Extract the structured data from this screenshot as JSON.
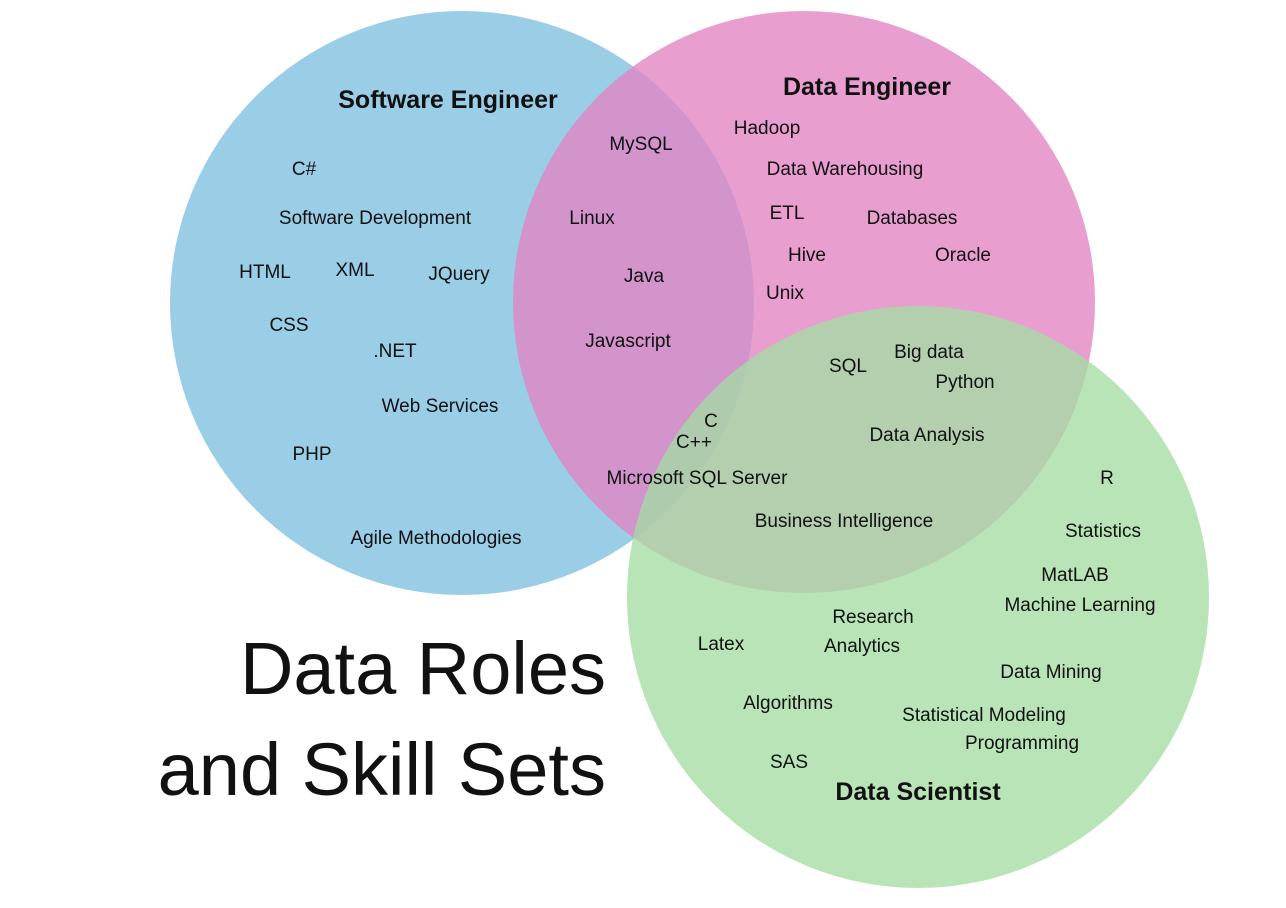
{
  "title": {
    "line1": "Data Roles",
    "line2": "and Skill Sets"
  },
  "colors": {
    "software_engineer": "#7ec0e0",
    "data_engineer": "#e383c3",
    "data_scientist": "#a4dca4",
    "text": "#111111"
  },
  "sets": {
    "software_engineer": "Software Engineer",
    "data_engineer": "Data Engineer",
    "data_scientist": "Data Scientist"
  },
  "skills": {
    "software_engineer_only": [
      "C#",
      "Software Development",
      "HTML",
      "XML",
      "JQuery",
      "CSS",
      ".NET",
      "Web Services",
      "PHP",
      "Agile Methodologies"
    ],
    "data_engineer_only": [
      "Hadoop",
      "Data Warehousing",
      "ETL",
      "Databases",
      "Hive",
      "Oracle",
      "Unix"
    ],
    "software_and_data_engineer": [
      "MySQL",
      "Linux",
      "Java",
      "Javascript"
    ],
    "all_three": [
      "C",
      "C++",
      "Microsoft SQL Server"
    ],
    "data_engineer_and_data_scientist": [
      "SQL",
      "Big data",
      "Python",
      "Data Analysis",
      "Business Intelligence"
    ],
    "data_scientist_only": [
      "R",
      "Statistics",
      "MatLAB",
      "Machine Learning",
      "Research",
      "Analytics",
      "Latex",
      "Data Mining",
      "Algorithms",
      "Statistical Modeling",
      "Programming",
      "SAS"
    ]
  }
}
